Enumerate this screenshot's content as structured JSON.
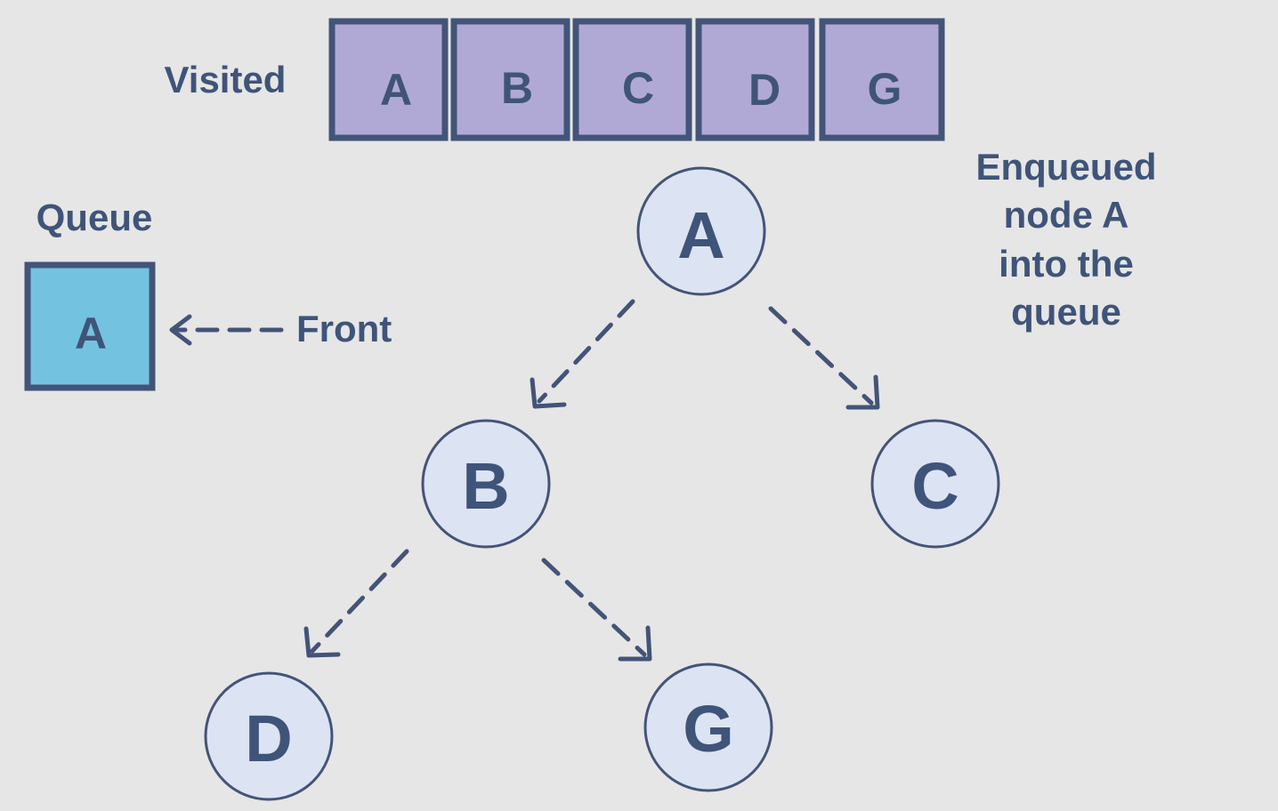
{
  "visited": {
    "label": "Visited",
    "nodes": [
      "A",
      "B",
      "C",
      "D",
      "G"
    ]
  },
  "queue": {
    "label": "Queue",
    "nodes": [
      "A"
    ],
    "front_label": "Front"
  },
  "caption": {
    "lines": [
      "Enqueued",
      "node A",
      "into the",
      "queue"
    ]
  },
  "tree": {
    "nodes": {
      "A": "A",
      "B": "B",
      "C": "C",
      "D": "D",
      "G": "G"
    },
    "edges": [
      [
        "A",
        "B"
      ],
      [
        "A",
        "C"
      ],
      [
        "B",
        "D"
      ],
      [
        "B",
        "G"
      ]
    ]
  },
  "colors": {
    "background": "#e6e6e6",
    "text": "#3f5479",
    "outline": "#435478",
    "visited_fill": "#b1a9d5",
    "queue_fill": "#73c3e0",
    "node_fill": "#dce3f3"
  }
}
